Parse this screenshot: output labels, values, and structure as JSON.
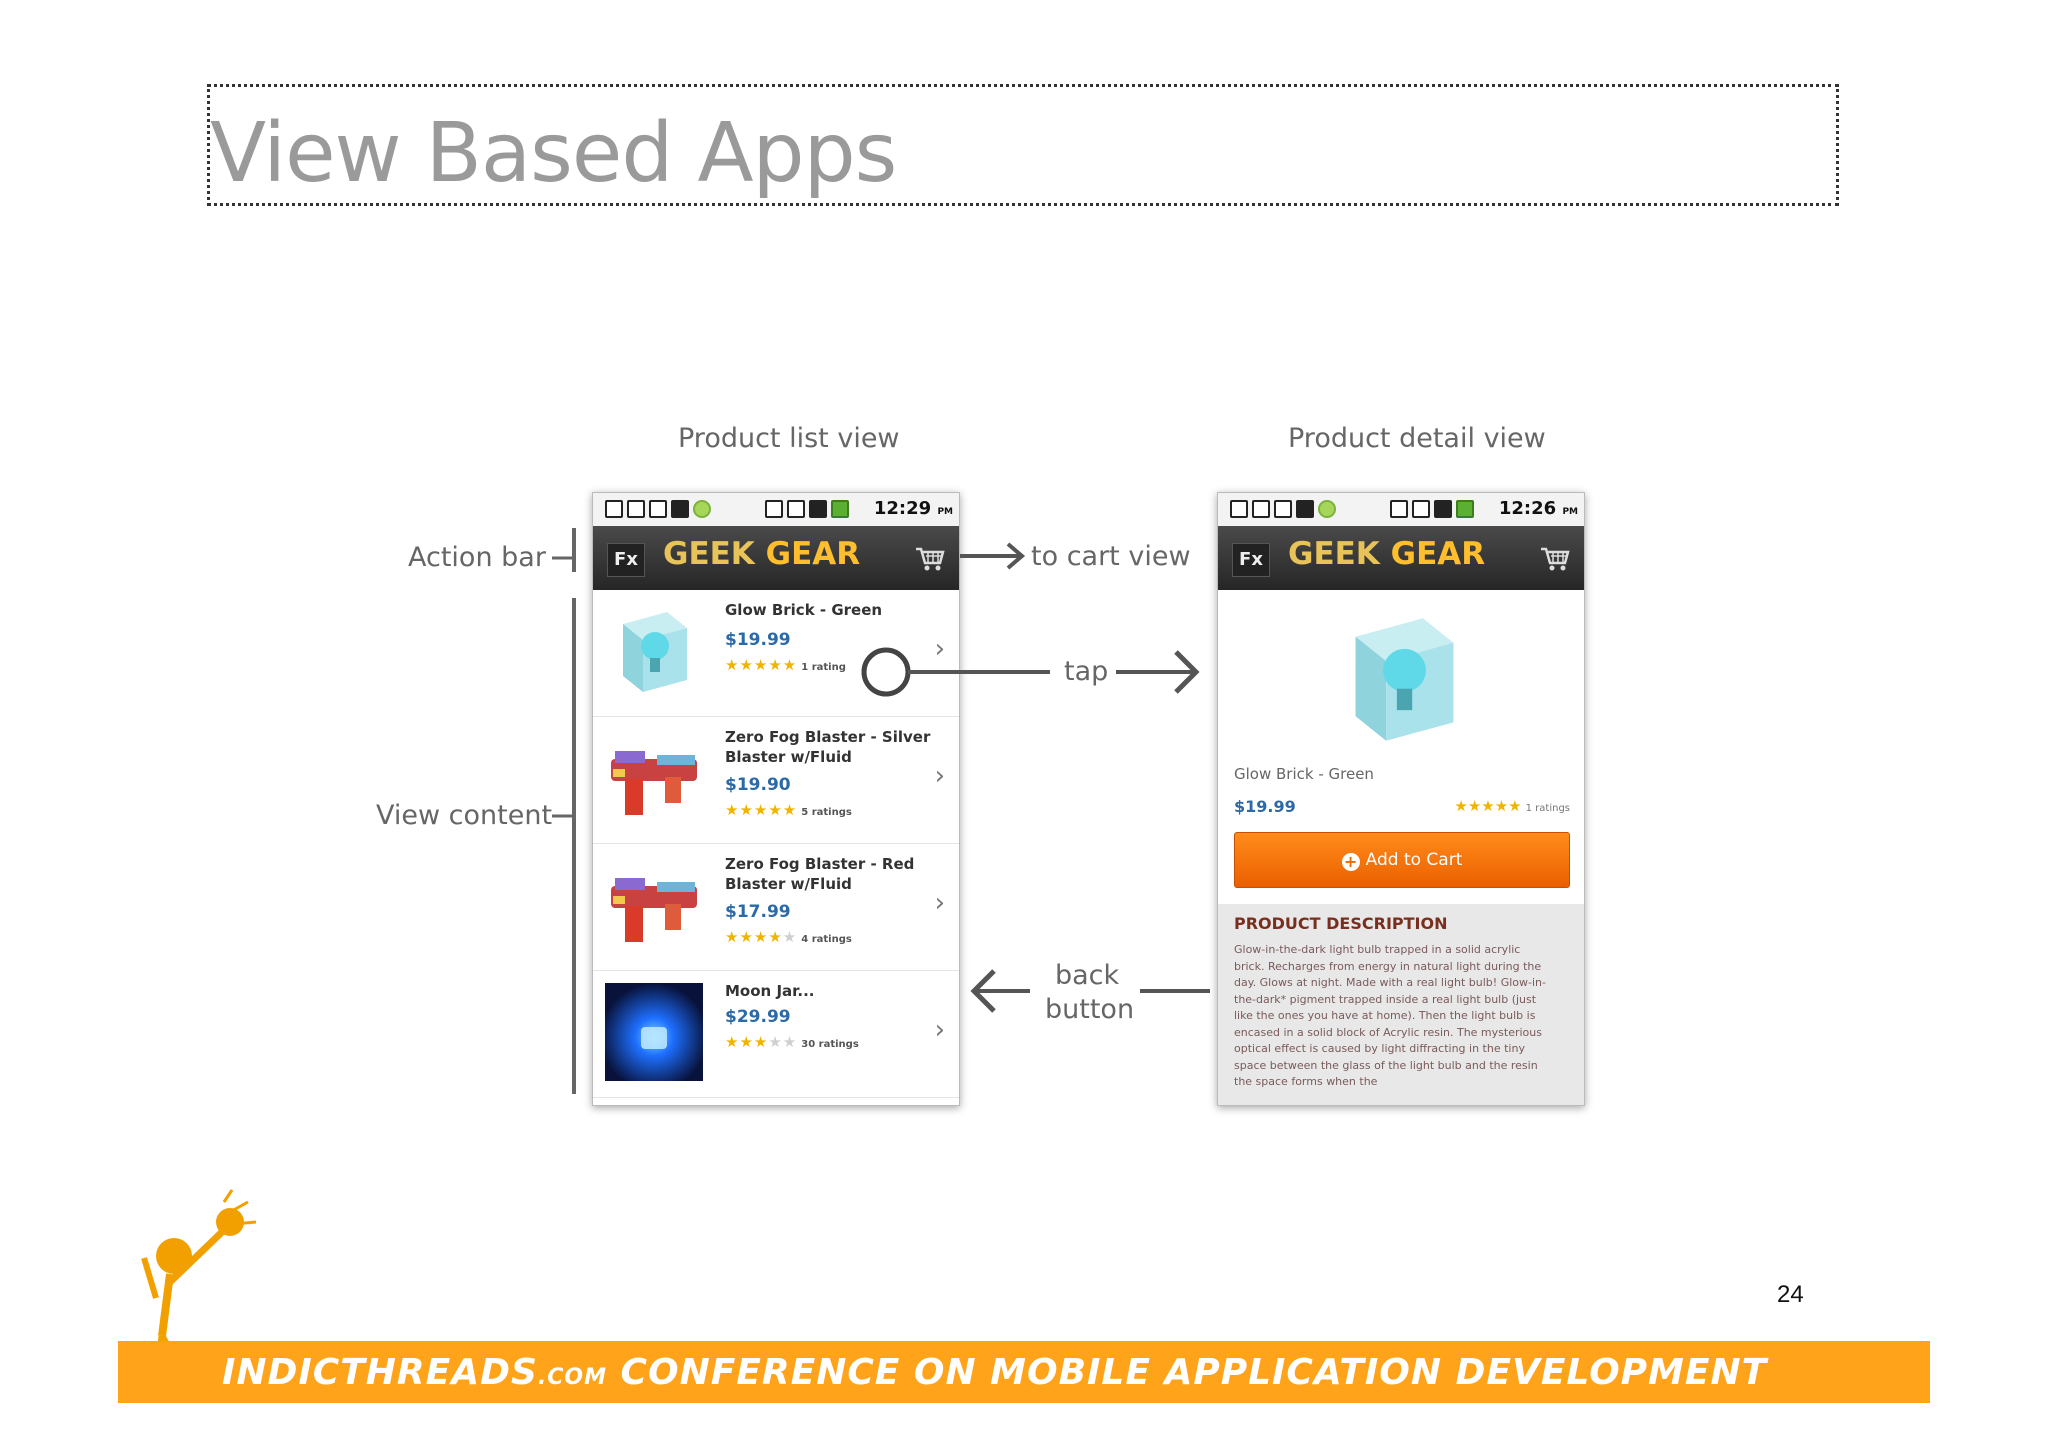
{
  "slide": {
    "title": "View Based Apps",
    "page_number": "24"
  },
  "captions": {
    "list_view": "Product list view",
    "detail_view": "Product detail view"
  },
  "annotations": {
    "action_bar": "Action bar",
    "view_content": "View content",
    "to_cart_view": "to cart view",
    "tap": "tap",
    "back_line1": "back",
    "back_line2": "button"
  },
  "status_bar": {
    "list_time": "12:29",
    "detail_time": "12:26",
    "ampm": "PM"
  },
  "action_bar": {
    "fx_label": "Fx",
    "brand_part1": "GEEK",
    "brand_part2": "GEAR",
    "cart_icon": "shopping-cart-icon"
  },
  "products": [
    {
      "name": "Glow Brick - Green",
      "price": "$19.99",
      "stars": 5,
      "ratings": "1 rating"
    },
    {
      "name": "Zero Fog Blaster - Silver Blaster w/Fluid",
      "price": "$19.90",
      "stars": 5,
      "ratings": "5 ratings"
    },
    {
      "name": "Zero Fog Blaster - Red Blaster w/Fluid",
      "price": "$17.99",
      "stars": 4,
      "ratings": "4 ratings"
    },
    {
      "name": "Moon Jar...",
      "price": "$29.99",
      "stars": 3,
      "ratings": "30 ratings"
    }
  ],
  "detail": {
    "name": "Glow Brick - Green",
    "price": "$19.99",
    "stars": 5,
    "ratings": "1 ratings",
    "add_to_cart": "Add to Cart",
    "description_heading": "PRODUCT DESCRIPTION",
    "description": "Glow-in-the-dark light bulb trapped in a solid acrylic brick. Recharges from energy in natural light during the day. Glows at night. Made with a real light bulb! Glow-in-the-dark* pigment trapped inside a real light bulb (just like the ones you have at home). Then the light bulb is encased in a solid block of Acrylic resin. The mysterious optical effect is caused by light diffracting in the tiny space between the glass of the light bulb and the resin the space forms when the"
  },
  "footer": {
    "site": "INDICTHREADS",
    "site_suffix": ".COM",
    "conference": "CONFERENCE ON MOBILE APPLICATION DEVELOPMENT"
  },
  "colors": {
    "footer_orange": "#ffa31a",
    "brand_gold": "#e8c35a",
    "price_blue": "#2b6aa6",
    "add_to_cart_orange": "#ea5f00",
    "star_gold": "#f0b400"
  }
}
